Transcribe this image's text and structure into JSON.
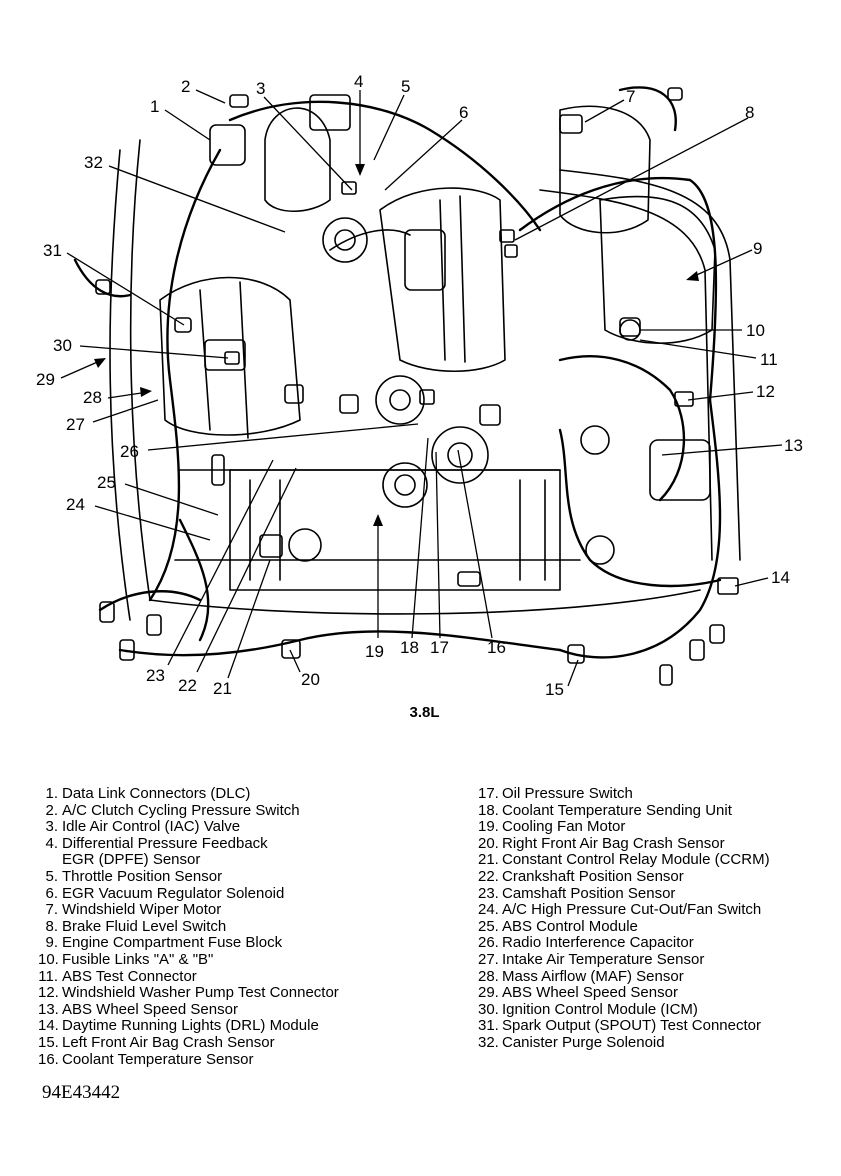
{
  "diagram": {
    "engine_label": "3.8L",
    "figure_id": "94E43442",
    "callouts": [
      "1",
      "2",
      "3",
      "4",
      "5",
      "6",
      "7",
      "8",
      "9",
      "10",
      "11",
      "12",
      "13",
      "14",
      "15",
      "16",
      "17",
      "18",
      "19",
      "20",
      "21",
      "22",
      "23",
      "24",
      "25",
      "26",
      "27",
      "28",
      "29",
      "30",
      "31",
      "32"
    ]
  },
  "legend_left": [
    {
      "num": "1.",
      "text": "Data Link Connectors (DLC)"
    },
    {
      "num": "2.",
      "text": "A/C Clutch Cycling Pressure Switch"
    },
    {
      "num": "3.",
      "text": "Idle Air Control (IAC) Valve"
    },
    {
      "num": "4.",
      "text": "Differential Pressure Feedback",
      "cont": "EGR (DPFE) Sensor"
    },
    {
      "num": "5.",
      "text": "Throttle Position Sensor"
    },
    {
      "num": "6.",
      "text": "EGR Vacuum Regulator Solenoid"
    },
    {
      "num": "7.",
      "text": "Windshield Wiper Motor"
    },
    {
      "num": "8.",
      "text": "Brake Fluid Level Switch"
    },
    {
      "num": "9.",
      "text": "Engine Compartment Fuse Block"
    },
    {
      "num": "10.",
      "text": "Fusible Links \"A\" & \"B\""
    },
    {
      "num": "11.",
      "text": "ABS Test Connector"
    },
    {
      "num": "12.",
      "text": "Windshield Washer Pump Test Connector"
    },
    {
      "num": "13.",
      "text": "ABS Wheel Speed Sensor"
    },
    {
      "num": "14.",
      "text": "Daytime Running Lights (DRL) Module"
    },
    {
      "num": "15.",
      "text": "Left Front Air Bag Crash Sensor"
    },
    {
      "num": "16.",
      "text": "Coolant Temperature Sensor"
    }
  ],
  "legend_right": [
    {
      "num": "17.",
      "text": "Oil Pressure Switch"
    },
    {
      "num": "18.",
      "text": "Coolant Temperature Sending Unit"
    },
    {
      "num": "19.",
      "text": "Cooling Fan Motor"
    },
    {
      "num": "20.",
      "text": "Right Front Air Bag Crash Sensor"
    },
    {
      "num": "21.",
      "text": "Constant Control Relay Module (CCRM)"
    },
    {
      "num": "22.",
      "text": "Crankshaft Position Sensor"
    },
    {
      "num": "23.",
      "text": "Camshaft Position Sensor"
    },
    {
      "num": "24.",
      "text": "A/C High Pressure Cut-Out/Fan Switch"
    },
    {
      "num": "25.",
      "text": "ABS Control Module"
    },
    {
      "num": "26.",
      "text": "Radio Interference Capacitor"
    },
    {
      "num": "27.",
      "text": "Intake Air Temperature Sensor"
    },
    {
      "num": "28.",
      "text": "Mass Airflow (MAF) Sensor"
    },
    {
      "num": "29.",
      "text": "ABS Wheel Speed Sensor"
    },
    {
      "num": "30.",
      "text": "Ignition Control Module (ICM)"
    },
    {
      "num": "31.",
      "text": "Spark Output (SPOUT) Test Connector"
    },
    {
      "num": "32.",
      "text": "Canister Purge Solenoid"
    }
  ]
}
